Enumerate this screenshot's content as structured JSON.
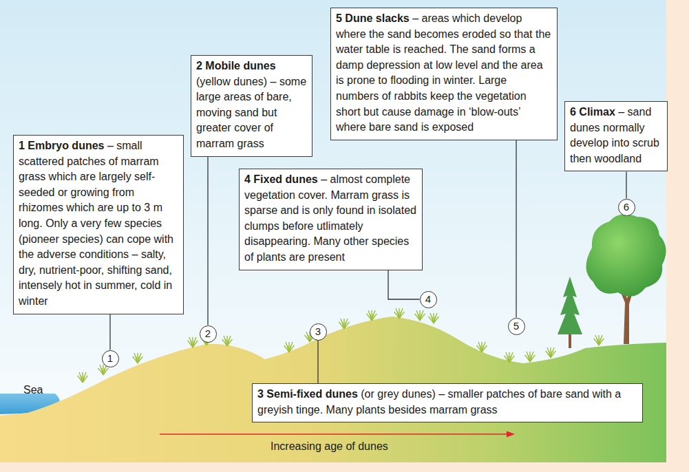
{
  "diagram": {
    "nodes": [
      {
        "text": [
          "5 Dune slacks",
          "– areas which develop where the sand becomes eroded so that the water table is reached. The sand forms a damp depression at low level and the area is prone to flooding in winter. Large numbers of rabbits keep the vegetation short but cause damage in ‘blow-outs’ where bare sand is exposed"
        ]
      },
      {
        "text": [
          "2 Mobile dunes",
          "(yellow dunes) – some large areas of bare, moving sand but greater cover of marram grass"
        ]
      },
      {
        "text": [
          "6 Climax",
          "– sand dunes normally develop into scrub then woodland"
        ]
      },
      {
        "text": [
          "6"
        ]
      },
      {
        "text": [
          "1 Embryo dunes",
          "– small scattered patches of marram grass which are largely self-seeded or growing from rhizomes which are up to 3 m long. Only a very few species (pioneer species) can cope with the adverse conditions – salty, dry, nutrient-poor, shifting sand, intensely hot in summer, cold in winter"
        ]
      },
      {
        "text": [
          "4 Fixed dunes",
          "– almost complete vegetation cover. Marram grass is sparse and is only found in isolated clumps before utlimately disappearing. Many other species of plants are present"
        ]
      },
      {
        "text": [
          "4"
        ]
      },
      {
        "text": [
          "2"
        ]
      },
      {
        "text": [
          "3"
        ]
      },
      {
        "text": [
          "5"
        ]
      },
      {
        "text": [
          "1"
        ]
      },
      {
        "text": [
          "3 Semi-fixed dunes",
          "(or grey dunes) – smaller patches of bare sand with a greyish tinge. Many plants besides marram grass"
        ]
      }
    ],
    "edges": [
      {
        "from": 4,
        "to": 10,
        "arrow": "none"
      },
      {
        "from": 1,
        "to": 7,
        "arrow": "none"
      },
      {
        "from": 11,
        "to": 8,
        "arrow": "none"
      },
      {
        "from": 5,
        "to": 6,
        "arrow": "none"
      },
      {
        "from": 0,
        "to": 9,
        "arrow": "none"
      },
      {
        "from": 2,
        "to": 3,
        "arrow": "none"
      }
    ],
    "labels": [
      "Sea",
      "Increasing age of dunes"
    ]
  }
}
